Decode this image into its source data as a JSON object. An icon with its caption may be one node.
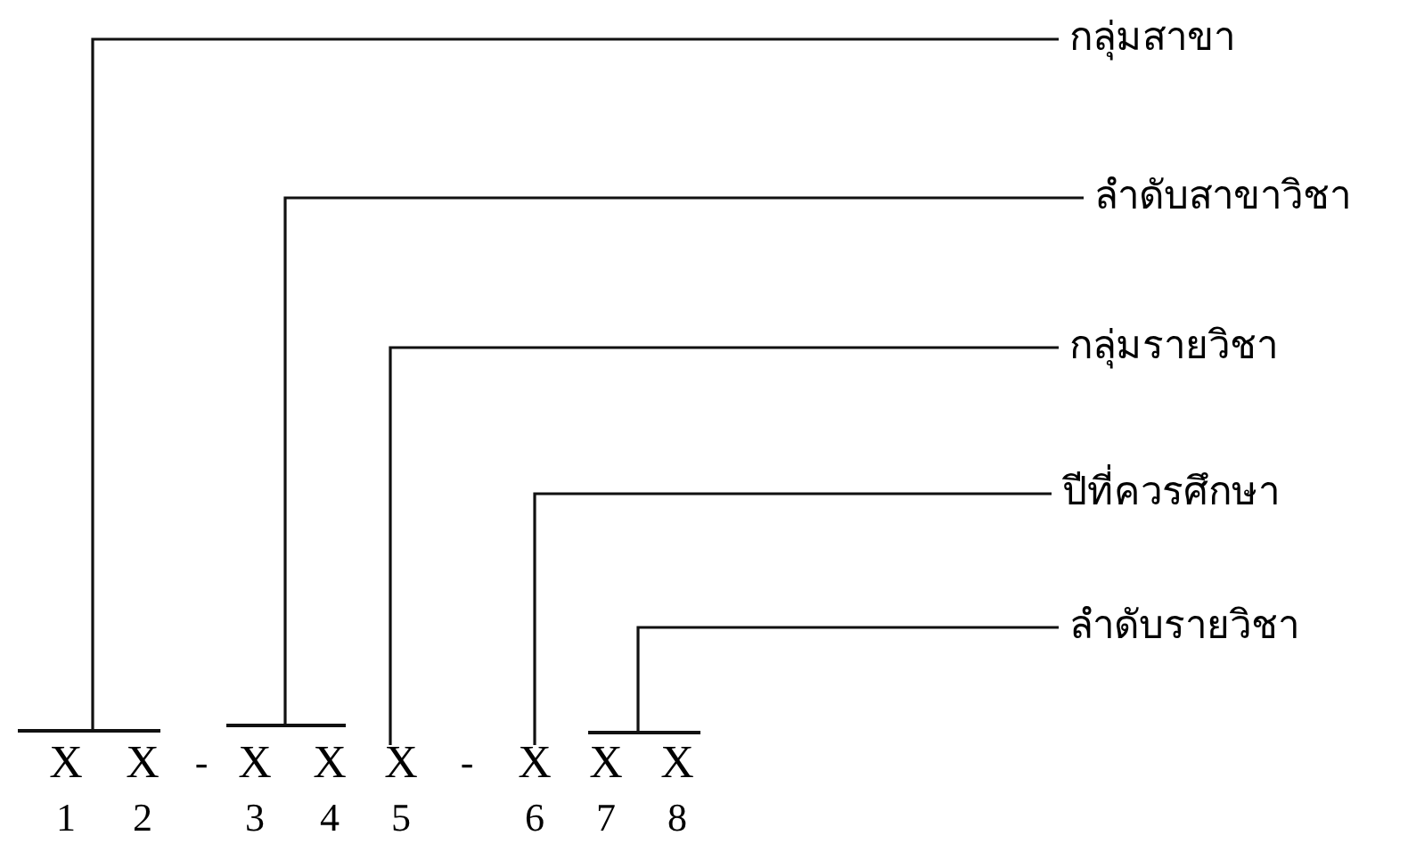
{
  "diagram": {
    "nodes": [
      {
        "text": [
          "กลุ่มสาขา"
        ]
      },
      {
        "text": [
          "ลำดับสาขาวิชา"
        ]
      },
      {
        "text": [
          "กลุ่มรายวิชา"
        ]
      },
      {
        "text": [
          "ปีที่ควรศึกษา"
        ]
      },
      {
        "text": [
          "ลำดับรายวิชา"
        ]
      },
      {
        "text": [],
        "shape": "bar"
      },
      {
        "text": [],
        "shape": "bar"
      },
      {
        "text": [],
        "shape": "bar"
      },
      {
        "text": [
          "X"
        ],
        "beside": [
          "1"
        ]
      },
      {
        "text": [
          "X"
        ],
        "beside": [
          "2"
        ]
      },
      {
        "text": [
          "X"
        ],
        "beside": [
          "3"
        ]
      },
      {
        "text": [
          "X"
        ],
        "beside": [
          "4"
        ]
      },
      {
        "text": [
          "X"
        ],
        "beside": [
          "5"
        ]
      },
      {
        "text": [
          "X"
        ],
        "beside": [
          "6"
        ]
      },
      {
        "text": [
          "X"
        ],
        "beside": [
          "7"
        ]
      },
      {
        "text": [
          "X"
        ],
        "beside": [
          "8"
        ]
      }
    ],
    "edges": [
      {
        "from": 0,
        "to": 5,
        "arrow": "none"
      },
      {
        "from": 1,
        "to": 6,
        "arrow": "none"
      },
      {
        "from": 2,
        "to": 12,
        "arrow": "none"
      },
      {
        "from": 3,
        "to": 13,
        "arrow": "none"
      },
      {
        "from": 4,
        "to": 7,
        "arrow": "none"
      }
    ],
    "labels": [
      "-",
      "-"
    ]
  }
}
